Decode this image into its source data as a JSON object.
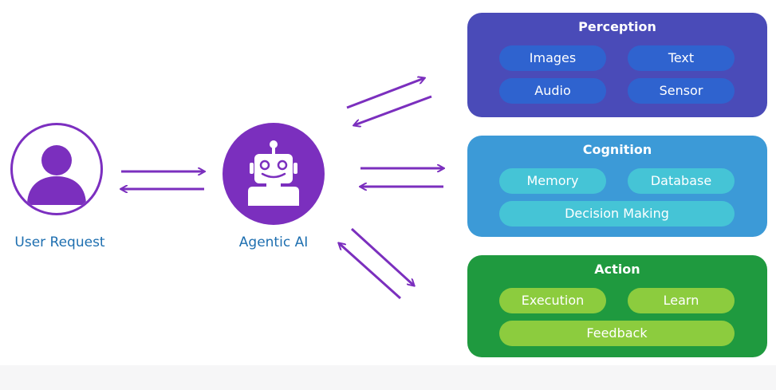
{
  "colors": {
    "arrow": "#7b2fbe",
    "label_text": "#1e6fb0",
    "perception_bg": "#4a4bb8",
    "perception_pill": "#2f63cf",
    "cognition_bg": "#3c9ad7",
    "cognition_pill": "#45c4d6",
    "action_bg": "#1f9a3f",
    "action_pill": "#8ccc3e"
  },
  "user": {
    "label": "User Request",
    "icon": "user-silhouette-icon"
  },
  "agent": {
    "label": "Agentic AI",
    "icon": "robot-icon"
  },
  "groups": {
    "perception": {
      "title": "Perception",
      "items": [
        "Images",
        "Text",
        "Audio",
        "Sensor"
      ]
    },
    "cognition": {
      "title": "Cognition",
      "items": [
        "Memory",
        "Database",
        "Decision Making"
      ]
    },
    "action": {
      "title": "Action",
      "items": [
        "Execution",
        "Learn",
        "Feedback"
      ]
    }
  }
}
